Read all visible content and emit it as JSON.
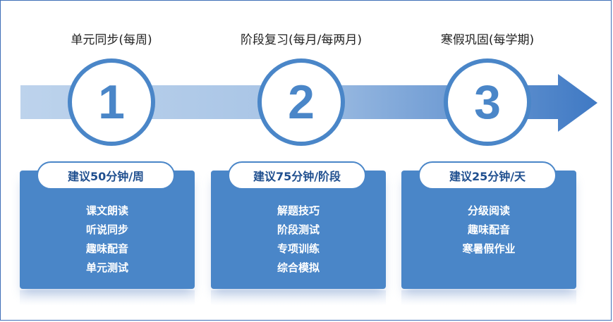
{
  "stages": [
    {
      "title": "单元同步(每周)",
      "number": "1",
      "recommendation": "建议50分钟/周",
      "items": [
        "课文朗读",
        "听说同步",
        "趣味配音",
        "单元测试"
      ]
    },
    {
      "title": "阶段复习(每月/每两月)",
      "number": "2",
      "recommendation": "建议75分钟/阶段",
      "items": [
        "解题技巧",
        "阶段测试",
        "专项训练",
        "综合模拟"
      ]
    },
    {
      "title": "寒假巩固(每学期)",
      "number": "3",
      "recommendation": "建议25分钟/天",
      "items": [
        "分级阅读",
        "趣味配音",
        "寒暑假作业"
      ]
    }
  ],
  "colors": {
    "primary": "#4a86c8",
    "arrow_light": "#bdd3ec",
    "arrow_dark": "#3f79c4",
    "border": "#3f6fb8",
    "pill_text": "#1f4f8f"
  }
}
